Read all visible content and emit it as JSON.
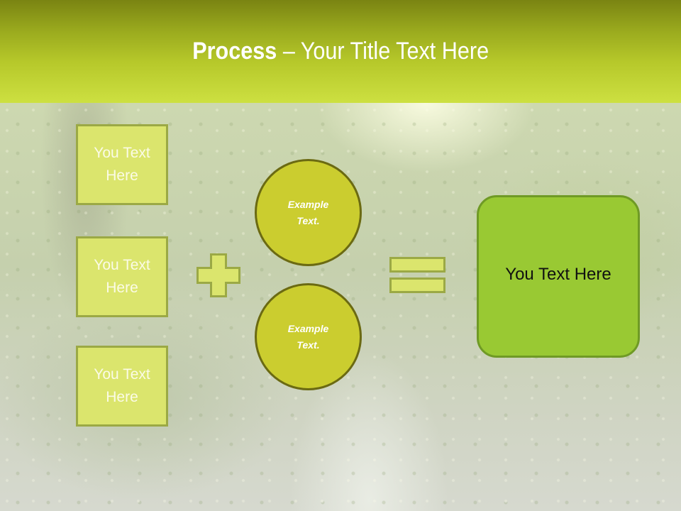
{
  "slide": {
    "title_bold": "Process",
    "title_rest": " – Your Title Text Here",
    "left_boxes": [
      {
        "label": "You Text Here"
      },
      {
        "label": "You Text Here"
      },
      {
        "label": "You Text Here"
      }
    ],
    "operator_plus": "plus-sign",
    "circles": [
      {
        "label": "Example Text."
      },
      {
        "label": "Example Text."
      }
    ],
    "operator_equals": "equals-sign",
    "result_box": {
      "label": "You Text Here"
    },
    "colors": {
      "header_top": "#7a8412",
      "header_bottom": "#cde041",
      "box_fill": "#dbe56d",
      "box_border": "#9ba945",
      "circle_fill": "#cbcd2f",
      "circle_border": "#6b6a12",
      "result_fill": "#99c933",
      "result_border": "#6f9a25"
    }
  }
}
